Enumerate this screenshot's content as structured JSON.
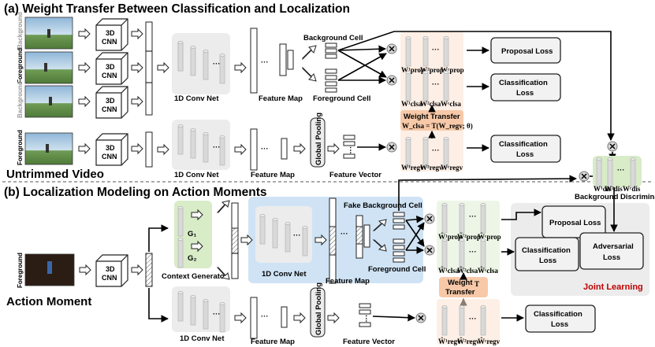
{
  "titles": {
    "a": "(a) Weight Transfer Between Classification and Localization",
    "b": "(b) Localization Modeling on Action Moments"
  },
  "side_labels": {
    "background_1": "Background",
    "foreground_1": "Foreground",
    "background_2": "Background",
    "foreground_2": "Foreground",
    "foreground_3": "Foreground"
  },
  "labels": {
    "cnn_line1": "3D",
    "cnn_line2": "CNN",
    "conv_net": "1D Conv Net",
    "feature_map": "Feature Map",
    "feature_vector": "Feature Vector",
    "global_pooling": "Global Pooling",
    "background_cell": "Background Cell",
    "foreground_cell": "Foreground Cell",
    "fake_background_cell": "Fake Background Cell",
    "untrimmed_video": "Untrimmed Video",
    "action_moment": "Action Moment",
    "weight_transfer": "Weight Transfer",
    "weight_transfer_formula": "W_clsa = T(W_regv; θ)",
    "weight_transfer_b": "Weight",
    "weight_transfer_b2": "Transfer",
    "weight_transfer_sym": "T",
    "context_generator": "Context Generator",
    "g1": "G₁",
    "g2": "G₂",
    "background_discriminator": "Background Discriminator",
    "joint_learning": "Joint Learning",
    "dots": "···"
  },
  "losses": {
    "proposal": "Proposal Loss",
    "classification_l1": "Classification",
    "classification_l2": "Loss",
    "adversarial_l1": "Adversarial",
    "adversarial_l2": "Loss"
  },
  "weights": {
    "prop": [
      "W¹prop",
      "W²prop",
      "Wᶜprop"
    ],
    "clsa": [
      "W¹clsa",
      "W²clsa",
      "Wᶜclsa"
    ],
    "regv": [
      "W¹regv",
      "W²regv",
      "Wᶜregv"
    ],
    "dis": [
      "W¹dis",
      "W²dis",
      "Wᶜdis"
    ],
    "prop_hat": [
      "Ŵ¹prop",
      "Ŵ²prop",
      "Ŵᶜprop"
    ],
    "clsa_hat": [
      "Ŵ¹clsa",
      "Ŵ²clsa",
      "Ŵᶜclsa"
    ],
    "regv_hat": [
      "Ŵ¹regv",
      "Ŵ²regv",
      "Ŵᶜregv"
    ]
  },
  "colors": {
    "gray_panel": "#ececec",
    "blue_panel": "#cfe3f5",
    "green_panel": "#d8ecc8",
    "peach_panel": "#fbe1d0",
    "peach_strong": "#f7c9a8",
    "red_text": "#c00000"
  }
}
